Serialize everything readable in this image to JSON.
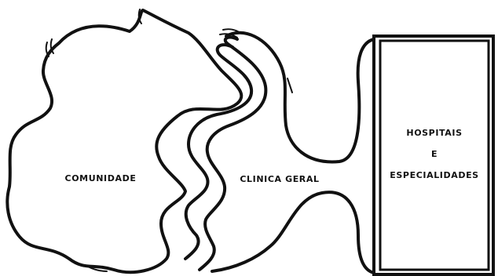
{
  "diagram": {
    "labels": {
      "community": "COMUNIDADE",
      "general_practice": "CLINICA GERAL",
      "hospitals_line1": "HOSPITAIS",
      "hospitals_line2": "E",
      "hospitals_line3": "ESPECIALIDADES"
    },
    "colors": {
      "ink": "#111111",
      "background": "#ffffff"
    }
  }
}
